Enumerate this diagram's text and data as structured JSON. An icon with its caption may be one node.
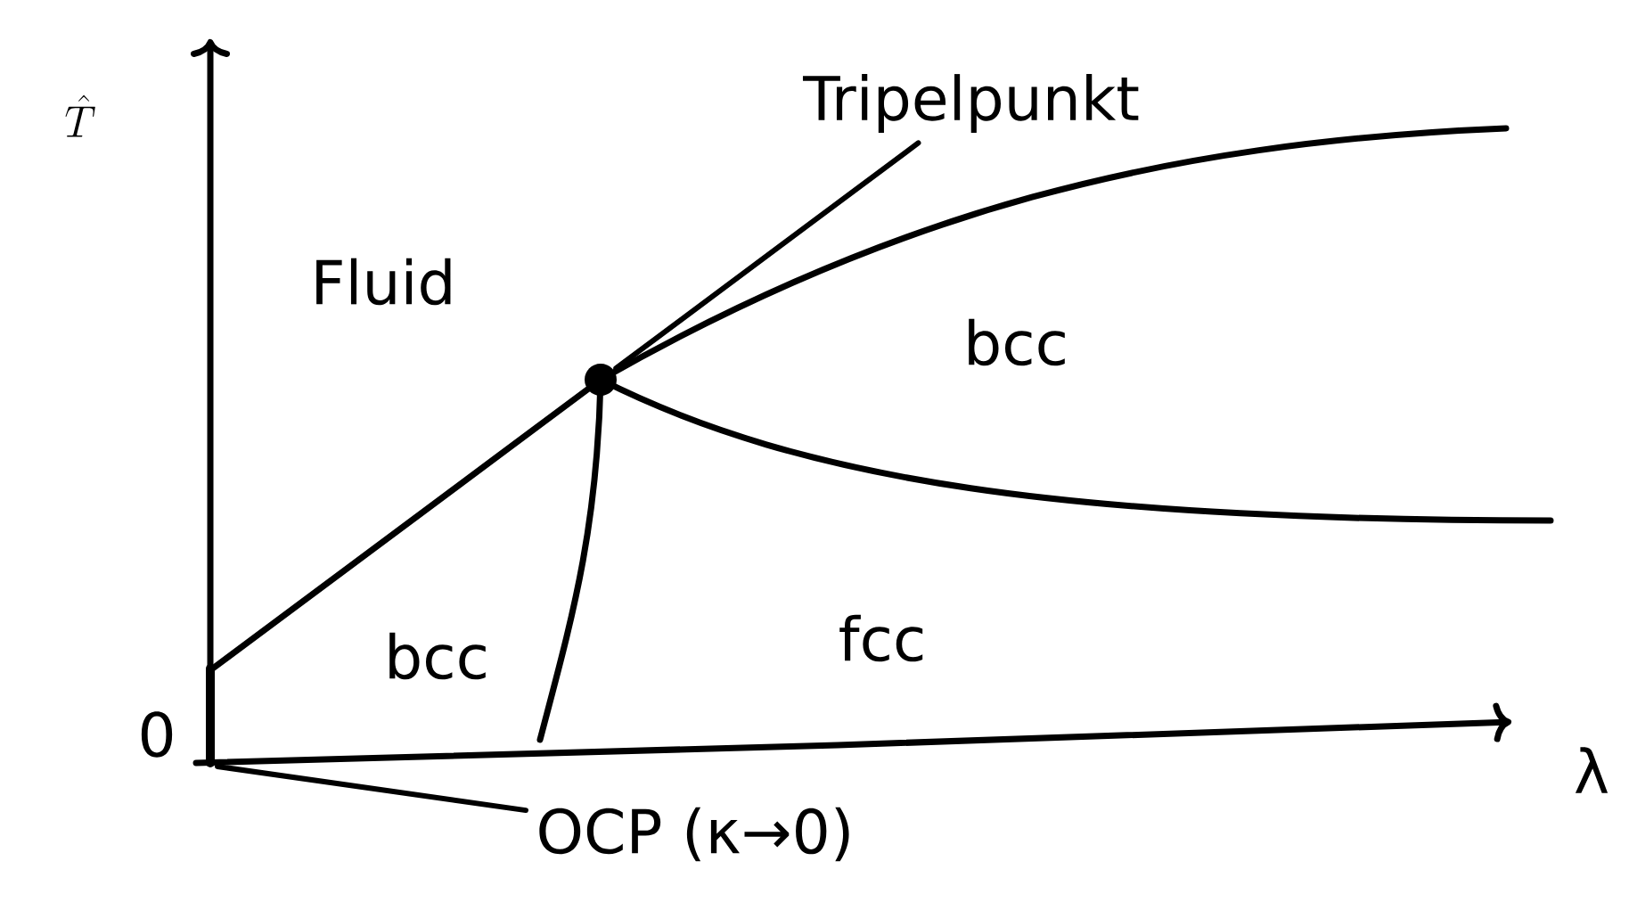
{
  "diagram": {
    "nodes": [
      {
        "text": [
          "Tripelpunkt"
        ]
      },
      {
        "text": [],
        "shape": "circle"
      },
      {
        "text": [
          "OCP (κ→0)"
        ]
      }
    ],
    "edges": [
      {
        "from": 0,
        "to": 1,
        "arrow": "none"
      },
      {
        "from": 2,
        "to": null,
        "arrow": "none"
      }
    ],
    "labels": [
      "\\hat{T}",
      "Fluid",
      "bcc",
      "bcc",
      "fcc",
      "0",
      "λ"
    ]
  }
}
